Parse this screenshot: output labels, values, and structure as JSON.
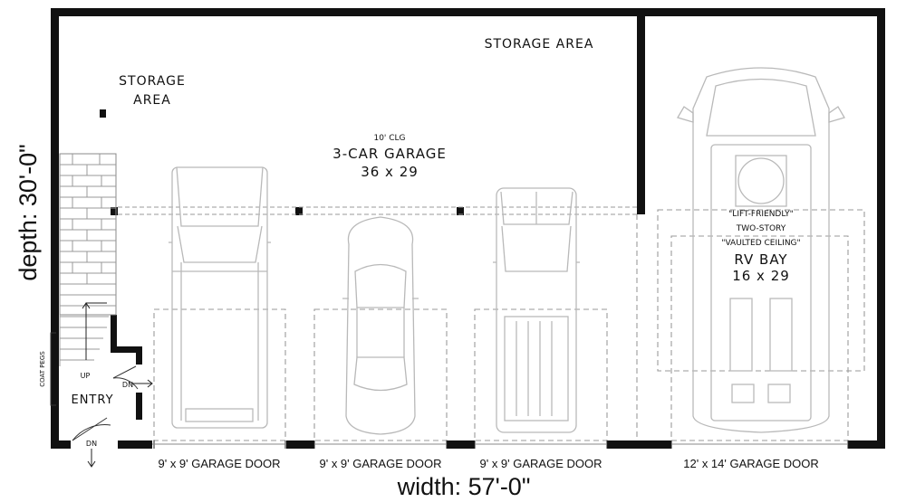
{
  "labels": {
    "storage_top": "STORAGE AREA",
    "storage_left_1": "STORAGE",
    "storage_left_2": "AREA",
    "garage_ceiling": "10' CLG",
    "garage_name": "3-CAR GARAGE",
    "garage_size": "36 x 29",
    "rv_note_1": "\"LIFT-FRIENDLY\"",
    "rv_note_2": "TWO-STORY",
    "rv_note_3": "\"VAULTED CEILING\"",
    "rv_name": "RV BAY",
    "rv_size": "16 x 29",
    "entry": "ENTRY",
    "coat_pegs": "COAT PEGS",
    "stair_up": "UP",
    "stair_dn_1": "DN",
    "stair_dn_2": "DN"
  },
  "garage_doors": [
    {
      "label": "9' x 9' GARAGE DOOR"
    },
    {
      "label": "9' x 9' GARAGE DOOR"
    },
    {
      "label": "9' x 9' GARAGE DOOR"
    },
    {
      "label": "12' x 14' GARAGE DOOR"
    }
  ],
  "dimensions": {
    "width": "width: 57'-0\"",
    "depth": "depth: 30'-0\""
  }
}
